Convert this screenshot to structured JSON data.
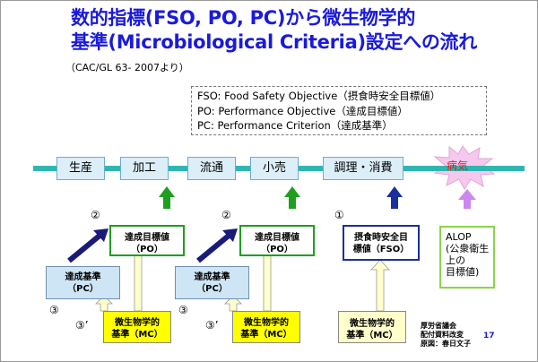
{
  "title": {
    "line1": "数的指標(FSO, PO, PC)から微生物学的",
    "line2": "基準(Microbiological Criteria)設定への流れ"
  },
  "subtitle": "（CAC/GL 63- 2007より）",
  "definitions": [
    "FSO: Food Safety Objective（摂食時安全目標値）",
    "PO: Performance Objective（達成目標値）",
    "PC: Performance Criterion（達成基準）"
  ],
  "stages": [
    "生産",
    "加工",
    "流通",
    "小売",
    "調理・消費"
  ],
  "disease_label": "病気",
  "left_group": {
    "step2": "②",
    "po_line1": "達成目標値",
    "po_line2": "（PO）",
    "pc_line1": "達成基準",
    "pc_line2": "（PC）",
    "step3": "③",
    "step3p": "③’",
    "mc_line1": "微生物学的",
    "mc_line2": "基準（MC）"
  },
  "middle_group": {
    "step2": "②",
    "po_line1": "達成目標値",
    "po_line2": "（PO）",
    "pc_line1": "達成基準",
    "pc_line2": "（PC）",
    "step3": "③",
    "step3p": "③’",
    "mc_line1": "微生物学的",
    "mc_line2": "基準（MC）"
  },
  "right_group": {
    "step1": "①",
    "fso_line1": "摂食時安全目",
    "fso_line2": "標値（FSO）",
    "mc_line1": "微生物学的",
    "mc_line2": "基準（MC）"
  },
  "alop": [
    "ALOP",
    "(公衆衛生",
    "上の",
    "目標値)"
  ],
  "source": [
    "厚労省議会",
    "配付資料改変",
    "原図：春日文子"
  ],
  "page_number": "17",
  "colors": {
    "title": "#1a1adc",
    "timeline": "#2fb6b2",
    "po_border": "#1f9e1f",
    "fso_border": "#1a2f9c",
    "alop_border": "#8bd34a",
    "mc_fill": "#ffff00",
    "pc_fill": "#cde5f5",
    "disease_text": "#e01a1a"
  }
}
